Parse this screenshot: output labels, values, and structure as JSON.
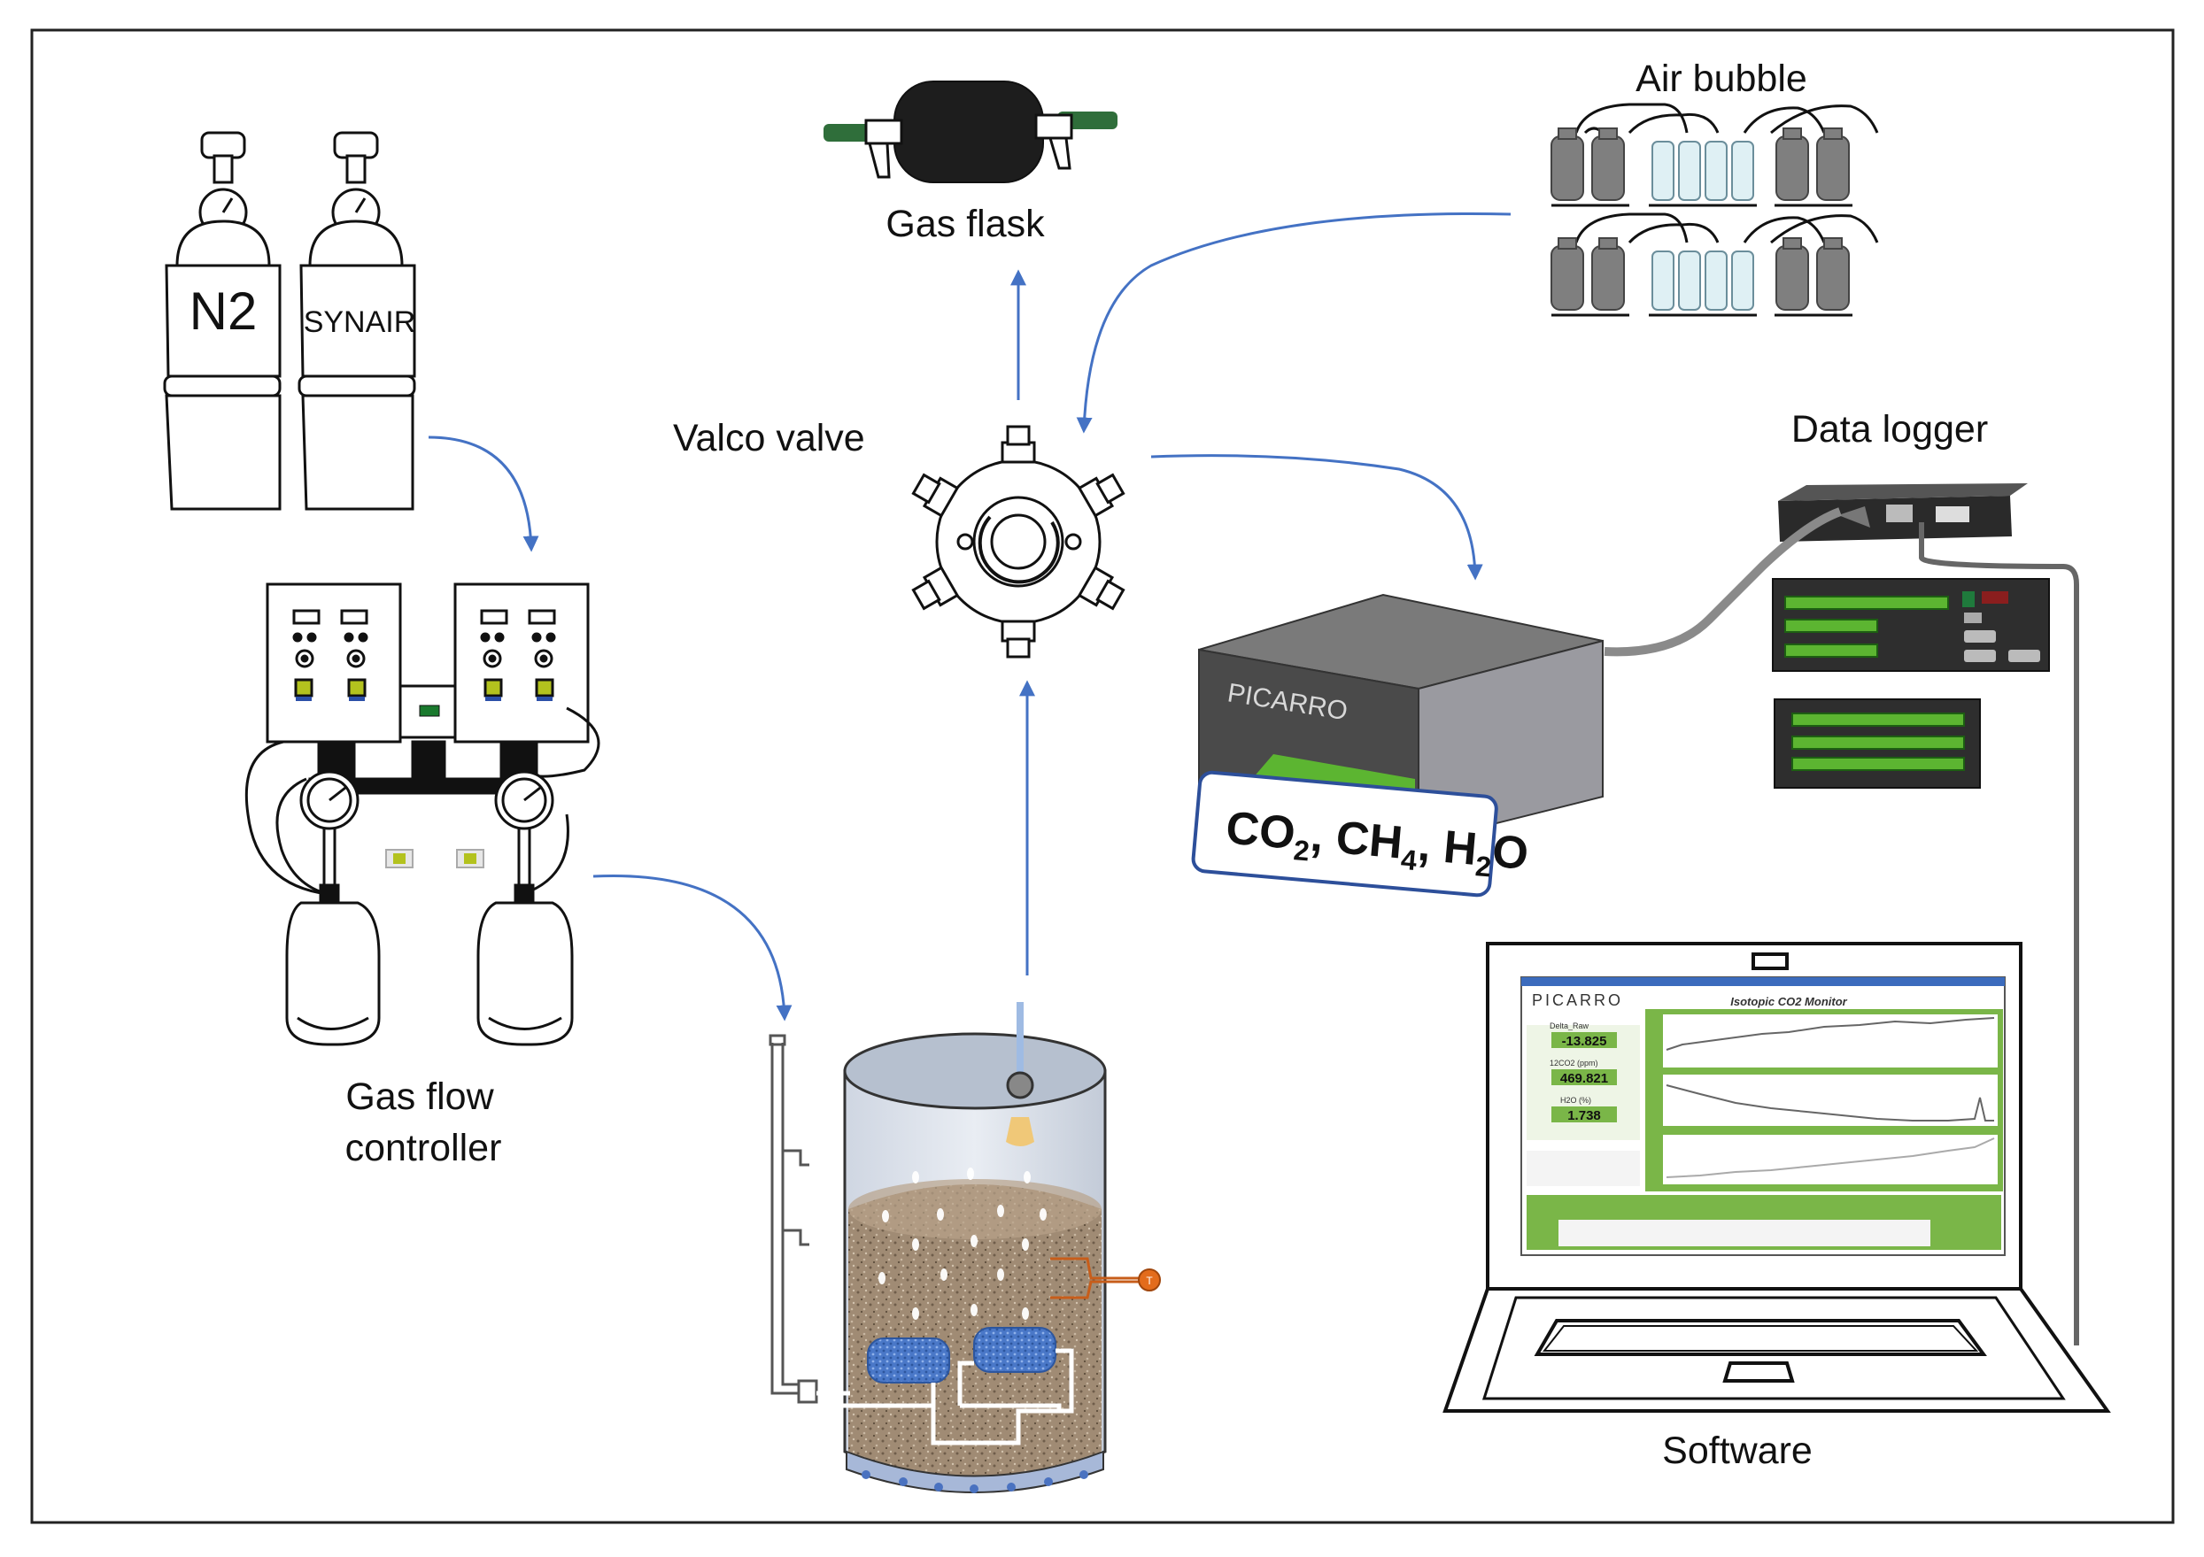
{
  "figure": {
    "labels": {
      "gas_flask": "Gas flask",
      "air_bubble": "Air bubble",
      "valco_valve": "Valco valve",
      "data_logger": "Data logger",
      "gas_flow_controller_line1": "Gas flow",
      "gas_flow_controller_line2": "controller",
      "software": "Software"
    },
    "cylinders": {
      "n2": "N2",
      "synair": "SYNAIR"
    },
    "analyzer": {
      "brand": "PICARRO",
      "species": {
        "co2": "CO",
        "co2_sub": "2",
        "ch4": "CH",
        "ch4_sub": "4",
        "h2o_h": "H",
        "h2o_sub": "2",
        "h2o_o": "O",
        "sep": ", "
      }
    },
    "laptop_screen": {
      "brand": "PICARRO",
      "title": "Isotopic CO2 Monitor",
      "readouts": [
        {
          "label": "Delta_Raw",
          "value": "-13.825"
        },
        {
          "label": "12CO2 (ppm)",
          "value": "469.821"
        },
        {
          "label": "H2O (%)",
          "value": "1.738"
        }
      ]
    },
    "colors": {
      "arrow": "#4472c4",
      "analyzer_green": "#5cb531",
      "screen_green": "#7ab648",
      "soil": "#9e8b73",
      "bubble_blue": "#3f6fc4",
      "thermo_orange": "#e36c1c"
    }
  }
}
